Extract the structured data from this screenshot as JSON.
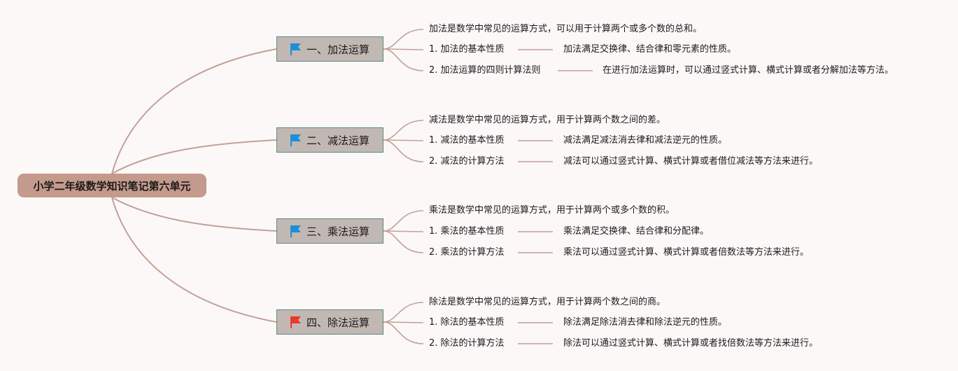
{
  "root": {
    "title": "小学二年级数学知识笔记第六单元"
  },
  "colors": {
    "line": "#c4a098",
    "root_bg": "#c49a8c",
    "branch_bg": "#c2b8b3",
    "flag_blue": "#1d8fd8",
    "flag_red": "#e8392a"
  },
  "branches": [
    {
      "label": "一、加法运算",
      "flag": "blue-flag-icon",
      "intro": "加法是数学中常见的运算方式，可以用于计算两个或多个数的总和。",
      "items": [
        {
          "title": "1. 加法的基本性质",
          "detail": "加法满足交换律、结合律和零元素的性质。"
        },
        {
          "title": "2. 加法运算的四则计算法则",
          "detail": "在进行加法运算时，可以通过竖式计算、横式计算或者分解加法等方法。"
        }
      ]
    },
    {
      "label": "二、减法运算",
      "flag": "blue-flag-icon",
      "intro": "减法是数学中常见的运算方式，用于计算两个数之间的差。",
      "items": [
        {
          "title": "1. 减法的基本性质",
          "detail": "减法满足减法消去律和减法逆元的性质。"
        },
        {
          "title": "2. 减法的计算方法",
          "detail": "减法可以通过竖式计算、横式计算或者借位减法等方法来进行。"
        }
      ]
    },
    {
      "label": "三、乘法运算",
      "flag": "blue-flag-icon",
      "intro": "乘法是数学中常见的运算方式，用于计算两个或多个数的积。",
      "items": [
        {
          "title": "1. 乘法的基本性质",
          "detail": "乘法满足交换律、结合律和分配律。"
        },
        {
          "title": "2. 乘法的计算方法",
          "detail": "乘法可以通过竖式计算、横式计算或者倍数法等方法来进行。"
        }
      ]
    },
    {
      "label": "四、除法运算",
      "flag": "red-flag-icon",
      "intro": "除法是数学中常见的运算方式，用于计算两个数之间的商。",
      "items": [
        {
          "title": "1. 除法的基本性质",
          "detail": "除法满足除法消去律和除法逆元的性质。"
        },
        {
          "title": "2. 除法的计算方法",
          "detail": "除法可以通过竖式计算、横式计算或者找倍数法等方法来进行。"
        }
      ]
    }
  ]
}
